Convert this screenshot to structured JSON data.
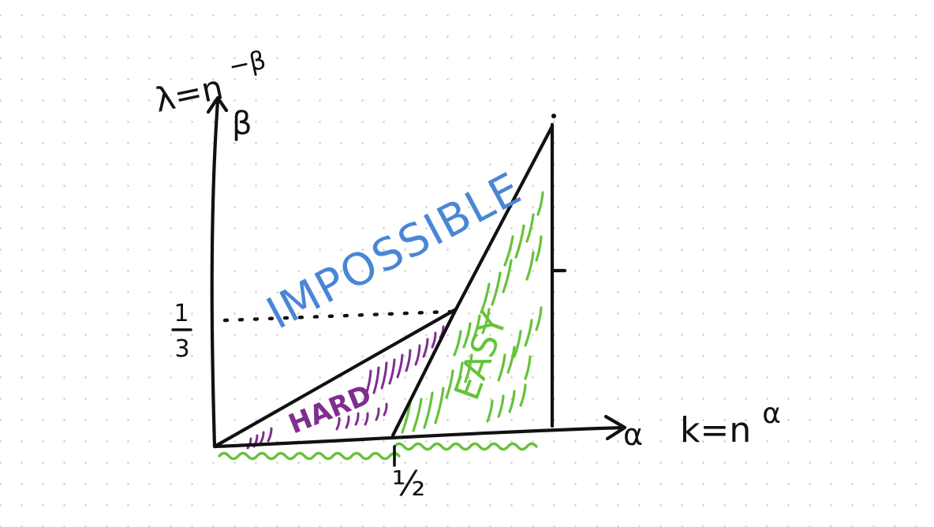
{
  "labels": {
    "y_axis_def": "λ=n",
    "y_axis_exp": "−β",
    "y_axis_var": "β",
    "x_axis_var": "α",
    "x_axis_def": "k=n",
    "x_axis_exp": "α",
    "tick_y_num": "1",
    "tick_y_den": "3",
    "tick_x": "½",
    "region_impossible": "IMPOSSIBLE",
    "region_hard": "HARD",
    "region_easy": "EASY"
  },
  "colors": {
    "ink": "#111111",
    "impossible": "#4a86d6",
    "hard": "#7f2e8e",
    "easy": "#66c23a",
    "grid_dot": "#c9c9c9"
  }
}
